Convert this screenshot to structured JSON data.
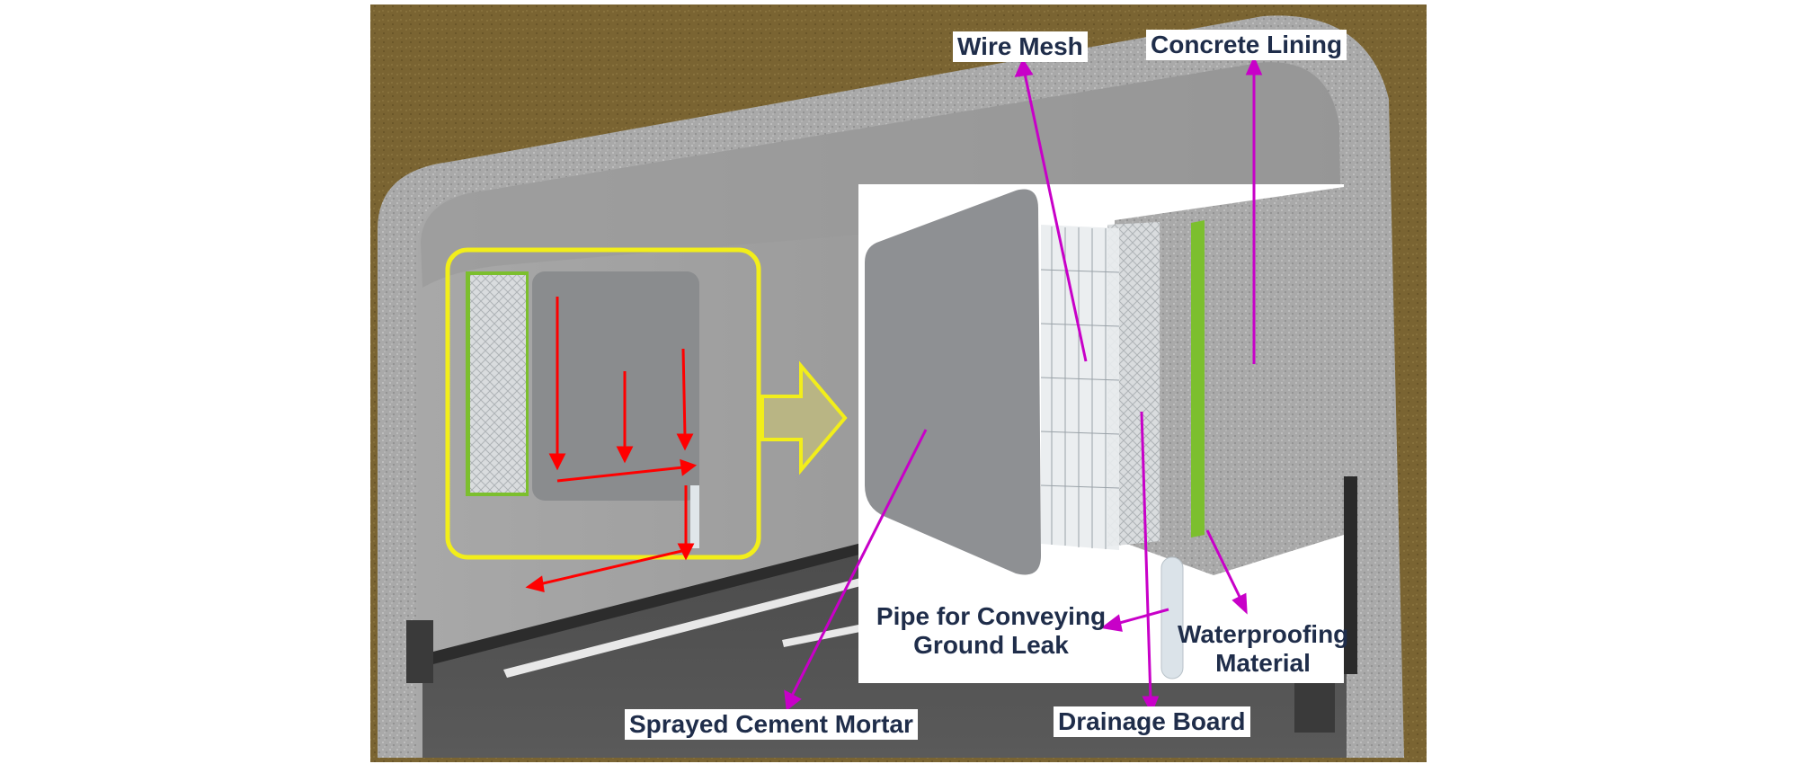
{
  "labels": {
    "wire_mesh": "Wire Mesh",
    "concrete_lining": "Concrete Lining",
    "pipe_line1": "Pipe for Conveying",
    "pipe_line2": "Ground Leak",
    "waterproofing_line1": "Waterproofing",
    "waterproofing_line2": "Material",
    "sprayed_cement_mortar": "Sprayed Cement Mortar",
    "drainage_board": "Drainage Board"
  },
  "colors": {
    "soil": "#7a6432",
    "concrete": "#a9a9a9",
    "highlight_frame": "#f2ee1a",
    "callout_arrow_fill": "#b9b584",
    "leader_line": "#c800c8",
    "water_flow": "#ff0000",
    "waterproofing": "#7cbf2e",
    "label_text": "#1f2d4a"
  }
}
